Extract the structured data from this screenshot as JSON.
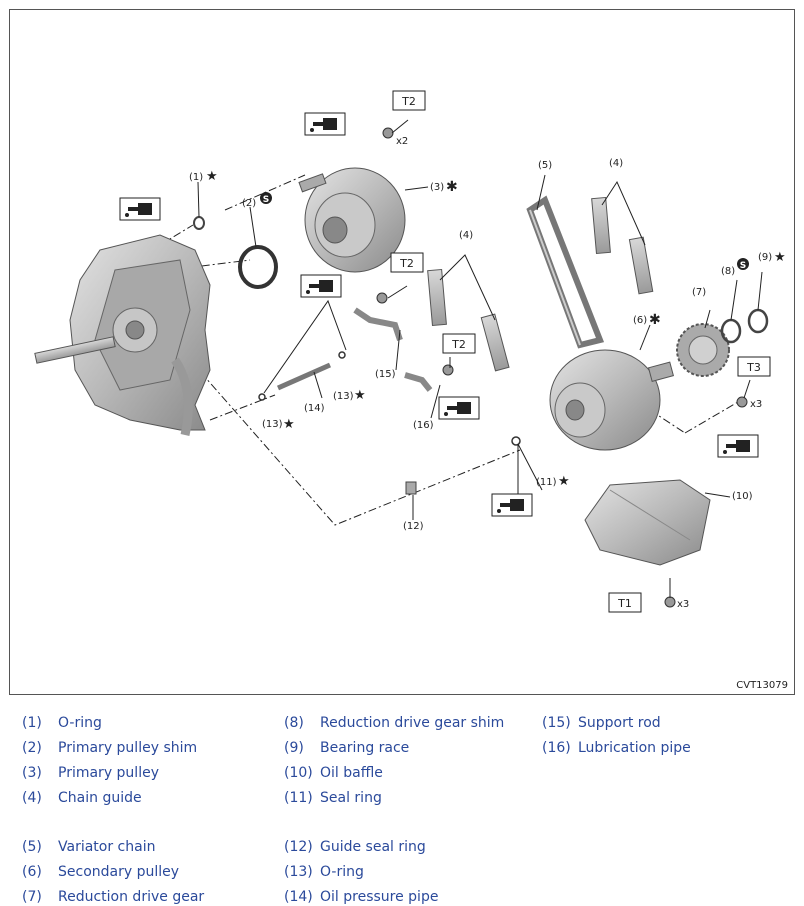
{
  "figure_id": "CVT13079",
  "callouts": {
    "c1": "(1)",
    "c2": "(2)",
    "c3": "(3)",
    "c4a": "(4)",
    "c4b": "(4)",
    "c5": "(5)",
    "c6": "(6)",
    "c7": "(7)",
    "c8": "(8)",
    "c9": "(9)",
    "c10": "(10)",
    "c11": "(11)",
    "c12": "(12)",
    "c13a": "(13)",
    "c13b": "(13)",
    "c14": "(14)",
    "c15": "(15)",
    "c16": "(16)"
  },
  "torque": {
    "t2a": "T2",
    "t2b": "T2",
    "t2c": "T2",
    "t3": "T3",
    "t1": "T1",
    "qty_x2": "x2",
    "qty_x3a": "x3",
    "qty_x3b": "x3"
  },
  "symbols": {
    "replace": "★",
    "select": "S",
    "asterisk": "✱"
  },
  "legend": [
    {
      "num": "(1)",
      "name": "O-ring"
    },
    {
      "num": "(2)",
      "name": "Primary pulley shim"
    },
    {
      "num": "(3)",
      "name": "Primary pulley"
    },
    {
      "num": "(4)",
      "name": "Chain guide"
    },
    {
      "num": "(5)",
      "name": "Variator chain"
    },
    {
      "num": "(6)",
      "name": "Secondary pulley"
    },
    {
      "num": "(7)",
      "name": "Reduction drive gear"
    },
    {
      "num": "(8)",
      "name": "Reduction drive gear shim"
    },
    {
      "num": "(9)",
      "name": "Bearing race"
    },
    {
      "num": "(10)",
      "name": "Oil baffle"
    },
    {
      "num": "(11)",
      "name": "Seal ring"
    },
    {
      "num": "(12)",
      "name": "Guide seal ring"
    },
    {
      "num": "(13)",
      "name": "O-ring"
    },
    {
      "num": "(14)",
      "name": "Oil pressure pipe"
    },
    {
      "num": "(15)",
      "name": "Support rod"
    },
    {
      "num": "(16)",
      "name": "Lubrication pipe"
    }
  ]
}
